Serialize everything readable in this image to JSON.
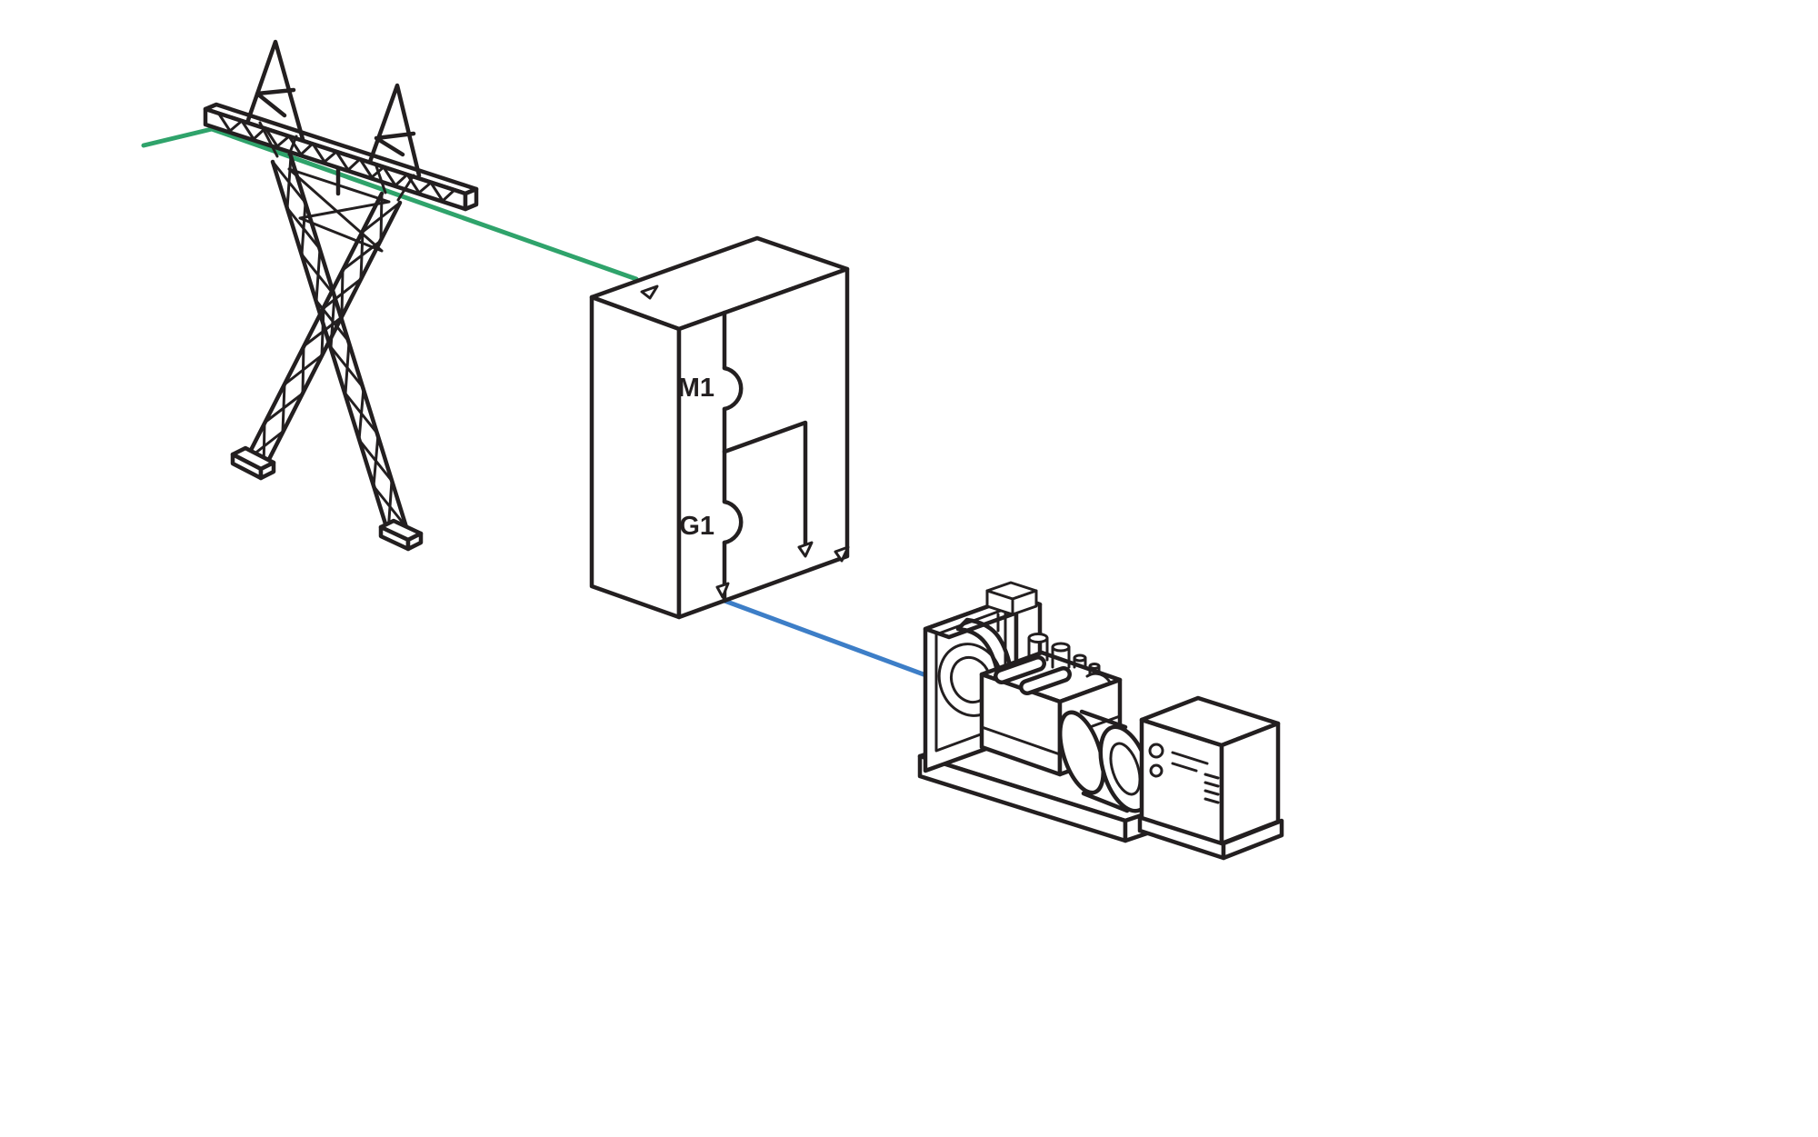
{
  "colors": {
    "outline": "#231f20",
    "background": "#ffffff",
    "utility_line": "#2fa36b",
    "generator_line": "#3d7ec7"
  },
  "cabinet": {
    "breakers": [
      {
        "label": "M1"
      },
      {
        "label": "G1"
      }
    ]
  },
  "components": [
    {
      "name": "transmission-tower"
    },
    {
      "name": "transfer-switch-cabinet"
    },
    {
      "name": "generator-set"
    },
    {
      "name": "utility-power-line"
    },
    {
      "name": "generator-power-line"
    }
  ]
}
